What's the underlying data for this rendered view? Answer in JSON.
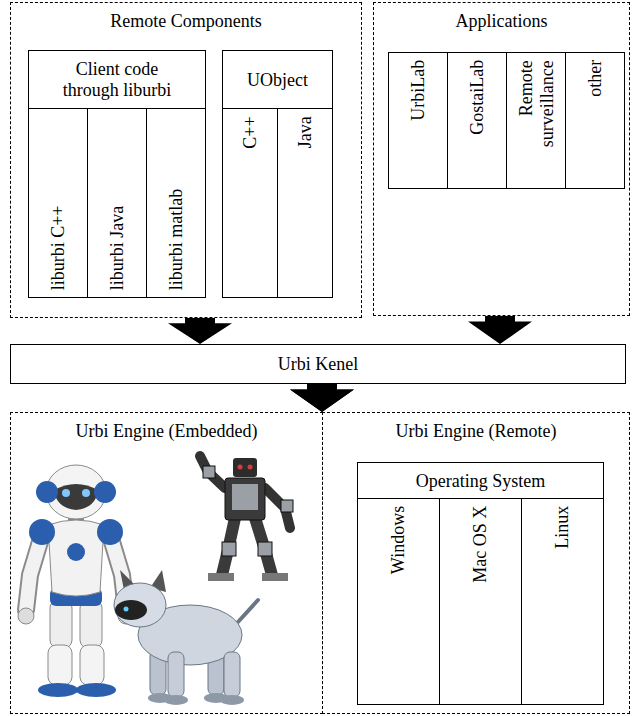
{
  "diagram": {
    "nodes": [
      {
        "text": [
          "Remote Components"
        ]
      },
      {
        "text": [
          "Client code through liburbi"
        ],
        "in": 0
      },
      {
        "text": [
          "liburbi C++"
        ],
        "in": 1
      },
      {
        "text": [
          "liburbi Java"
        ],
        "in": 1
      },
      {
        "text": [
          "liburbi matlab"
        ],
        "in": 1
      },
      {
        "text": [
          "UObject"
        ],
        "in": 0
      },
      {
        "text": [
          "C++"
        ],
        "in": 5
      },
      {
        "text": [
          "Java"
        ],
        "in": 5
      },
      {
        "text": [
          "Applications"
        ]
      },
      {
        "text": [
          "UrbiLab"
        ],
        "in": 8
      },
      {
        "text": [
          "GostaiLab"
        ],
        "in": 8
      },
      {
        "text": [
          "Remote surveillance"
        ],
        "in": 8
      },
      {
        "text": [
          "other"
        ],
        "in": 8
      },
      {
        "text": [
          "Urbi Kenel"
        ]
      },
      {
        "text": [
          "Urbi Engine (Embedded)"
        ]
      },
      {
        "text": [
          "Urbi Engine (Remote)"
        ]
      },
      {
        "text": [
          "Operating System"
        ],
        "in": 15
      },
      {
        "text": [
          "Windows"
        ],
        "in": 16
      },
      {
        "text": [
          "Mac OS X"
        ],
        "in": 16
      },
      {
        "text": [
          "Linux"
        ],
        "in": 16
      }
    ],
    "edges": [
      {
        "from": 0,
        "to": 13,
        "arrow": "to"
      },
      {
        "from": 8,
        "to": 13,
        "arrow": "to"
      },
      {
        "from": 13,
        "to": 14,
        "arrow": "to"
      },
      {
        "from": 13,
        "to": 15,
        "arrow": "to"
      }
    ]
  }
}
